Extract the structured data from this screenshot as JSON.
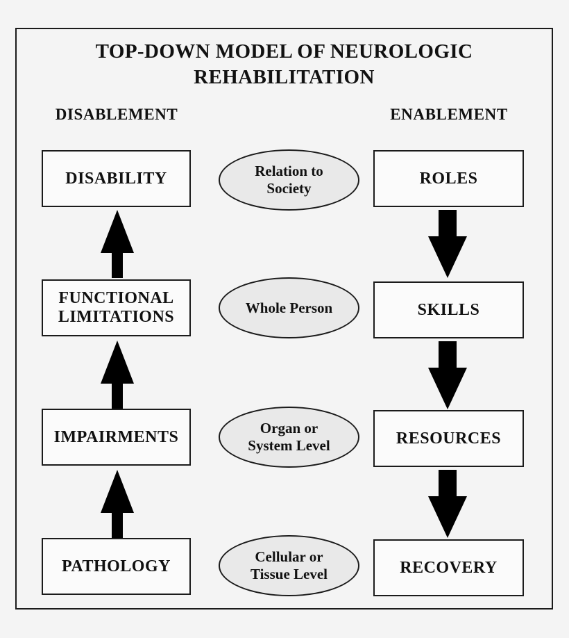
{
  "title": "TOP-DOWN MODEL OF NEUROLOGIC REHABILITATION",
  "columns": {
    "left_header": "DISABLEMENT",
    "right_header": "ENABLEMENT"
  },
  "colors": {
    "background": "#f4f4f4",
    "frame_border": "#1b1b1b",
    "box_fill": "#fbfbfb",
    "box_border": "#1b1b1b",
    "ellipse_fill": "#e9e9e9",
    "ellipse_border": "#1b1b1b",
    "arrow_fill": "#000000",
    "text": "#111111"
  },
  "rows": [
    {
      "left": "DISABILITY",
      "middle": "Relation to\nSociety",
      "right": "ROLES"
    },
    {
      "left": "FUNCTIONAL\nLIMITATIONS",
      "middle": "Whole Person",
      "right": "SKILLS"
    },
    {
      "left": "IMPAIRMENTS",
      "middle": "Organ or\nSystem Level",
      "right": "RESOURCES"
    },
    {
      "left": "PATHOLOGY",
      "middle": "Cellular or\nTissue Level",
      "right": "RECOVERY"
    }
  ],
  "arrows": {
    "left_direction": "up",
    "right_direction": "down",
    "left_count": 3,
    "right_count": 3
  }
}
